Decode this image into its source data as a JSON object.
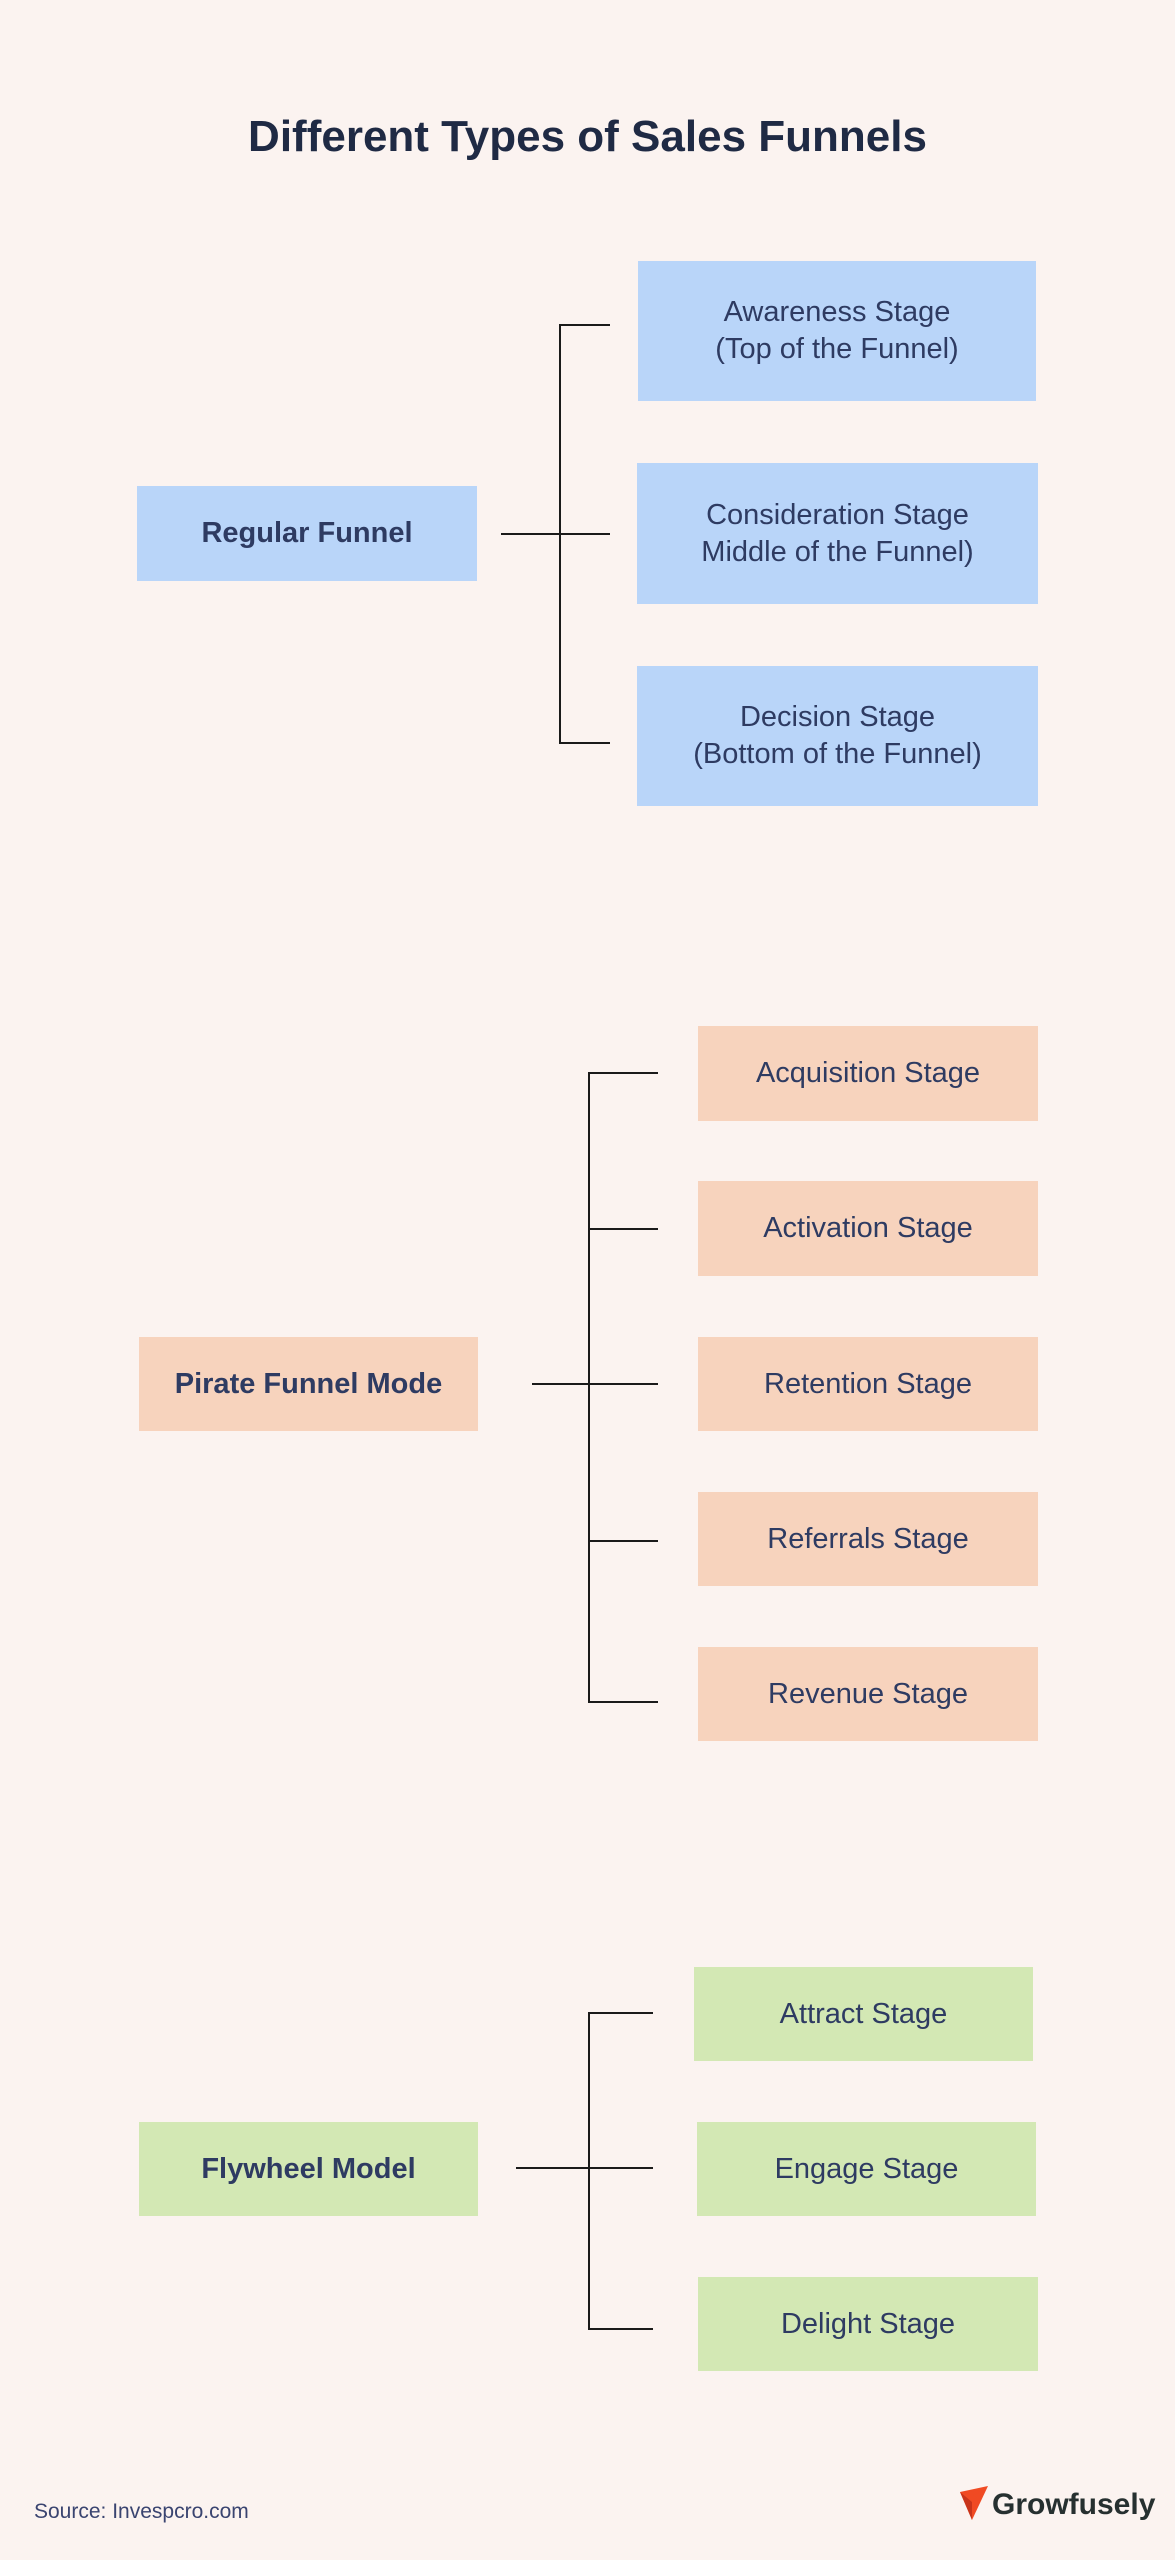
{
  "title": "Different Types of Sales Funnels",
  "colors": {
    "background": "#fbf3f0",
    "regular": "#b9d5f9",
    "pirate": "#f7d3bd",
    "flywheel": "#d3e8b4",
    "text": "#2e3b62",
    "logo_accent": "#f04a23"
  },
  "regular": {
    "label": "Regular Funnel",
    "stages": [
      "Awareness Stage\n(Top of the Funnel)",
      "Consideration Stage\nMiddle of the Funnel)",
      "Decision Stage\n(Bottom of the Funnel)"
    ]
  },
  "pirate": {
    "label": "Pirate Funnel Mode",
    "stages": [
      "Acquisition Stage",
      "Activation Stage",
      "Retention Stage",
      "Referrals Stage",
      "Revenue Stage"
    ]
  },
  "flywheel": {
    "label": "Flywheel Model",
    "stages": [
      "Attract Stage",
      "Engage Stage",
      "Delight Stage"
    ]
  },
  "footer": {
    "source": "Source: Invespcro.com",
    "logo": "Growfusely"
  }
}
